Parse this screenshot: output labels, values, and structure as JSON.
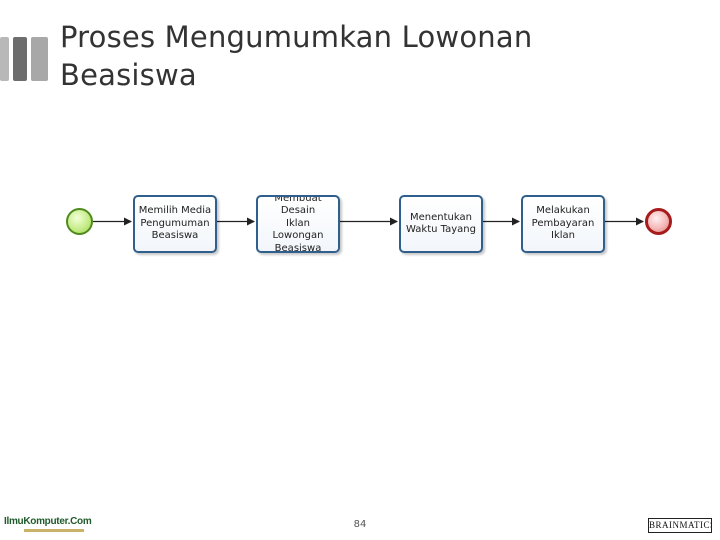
{
  "slide": {
    "title_lines": [
      "Proses Mengumumkan Lowonan",
      "Beasiswa"
    ],
    "page_number": "84"
  },
  "diagram": {
    "events": {
      "start": "start-event",
      "end": "end-event"
    },
    "tasks": [
      {
        "lines": [
          "Memilih Media",
          "Pengumuman",
          "Beasiswa"
        ]
      },
      {
        "lines": [
          "Membuat Desain",
          "Iklan Lowongan",
          "Beasiswa"
        ]
      },
      {
        "lines": [
          "Menentukan",
          "Waktu Tayang"
        ]
      },
      {
        "lines": [
          "Melakukan",
          "Pembayaran",
          "Iklan"
        ]
      }
    ],
    "colors": {
      "task_border": "#2f5f8c",
      "start_event": "#9ed54f",
      "end_event": "#a61c1c",
      "flow_line": "#222222"
    }
  },
  "footer": {
    "left_logo": {
      "brand": "IlmuKomputer.Com",
      "icon": "ilmukomputer-logo"
    },
    "right_logo": {
      "brand": "BRAINMATICS",
      "icon": "brainmatics-logo"
    }
  }
}
